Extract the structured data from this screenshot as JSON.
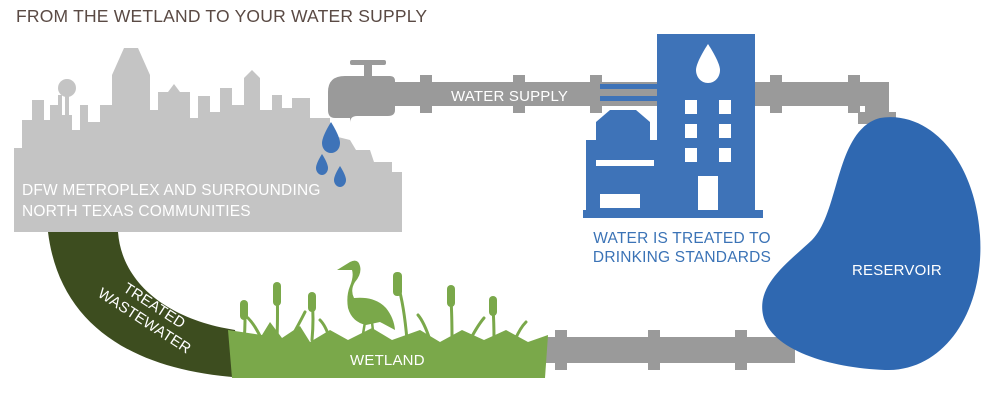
{
  "title": "FROM THE WETLAND TO YOUR WATER SUPPLY",
  "labels": {
    "city_line1": "DFW METROPLEX AND SURROUNDING",
    "city_line2": "NORTH TEXAS COMMUNITIES",
    "water_supply": "WATER SUPPLY",
    "treatment_line1": "WATER IS TREATED TO",
    "treatment_line2": "DRINKING STANDARDS",
    "reservoir": "RESERVOIR",
    "wetland": "WETLAND",
    "wastewater_line1": "TREATED",
    "wastewater_line2": "WASTEWATER"
  },
  "colors": {
    "city_gray": "#c4c4c4",
    "pipe_gray": "#9a9a9a",
    "treatment_blue": "#3e73b8",
    "reservoir_blue": "#2f68b1",
    "wetland_green": "#7aa84a",
    "wastewater_green": "#3d4d1f",
    "title_brown": "#5a4a44"
  },
  "icons": [
    "faucet-icon",
    "water-drop-icon",
    "heron-icon",
    "cattail-icon",
    "treatment-plant-icon"
  ]
}
